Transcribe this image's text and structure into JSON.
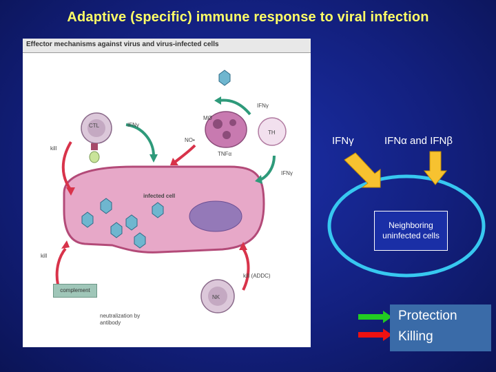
{
  "slide": {
    "title": "Adaptive (specific) immune response to viral infection"
  },
  "figure": {
    "header": "Effector mechanisms against virus and virus-infected cells",
    "labels": {
      "ctl": "CTL",
      "mo": "MØ",
      "th": "TH",
      "ifn_gamma_ctl": "IFNγ",
      "ifn_gamma_top": "IFNγ",
      "ifn_gamma_right": "IFNγ",
      "no": "NO•",
      "tnf_alpha": "TNFα",
      "kill_top": "kill",
      "kill_left": "kill",
      "kill_addc": "kill (ADDC)",
      "infected_cell": "infected cell",
      "nk": "NK",
      "complement": "complement",
      "neutralization": "neutralization by antibody"
    }
  },
  "right_panel": {
    "ifn_gamma_label": "IFNγ",
    "ifn_alpha_beta_label": "IFNα and IFNβ",
    "neighbor_text": "Neighboring uninfected cells"
  },
  "legend": {
    "items": [
      {
        "label": "Protection",
        "color": "#22cc22"
      },
      {
        "label": "Killing",
        "color": "#ee1111"
      }
    ]
  },
  "colors": {
    "background": "#13207f",
    "title": "#ffff66",
    "infected_cell": "#e7a8c8",
    "circle_stroke": "#37c8f0",
    "arrow_yellow": "#f7c230",
    "legend_bg": "#3a6ba8"
  }
}
